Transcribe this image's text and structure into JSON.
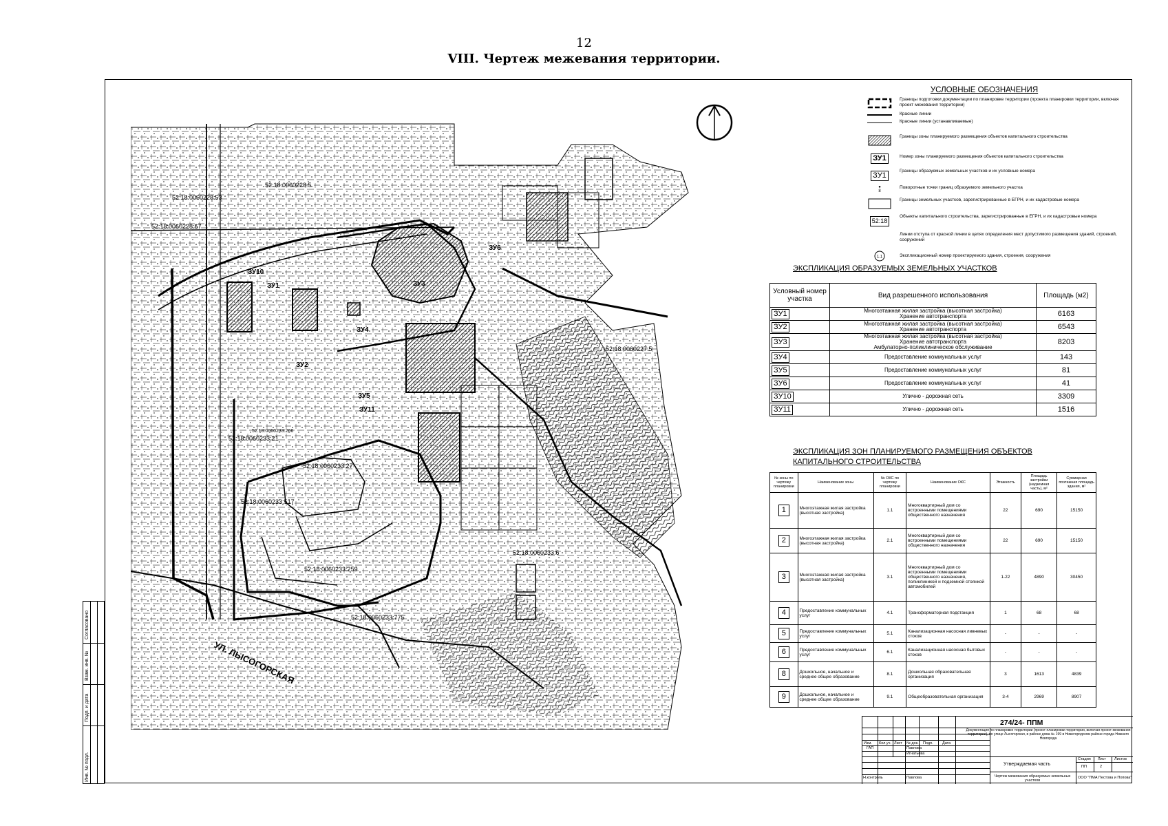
{
  "header": {
    "page_number": "12",
    "title": "VIII. Чертеж межевания территории."
  },
  "legend": {
    "title": "УСЛОВНЫЕ ОБОЗНАЧЕНИЯ",
    "items": [
      {
        "symbol": "dashed-rect-icon",
        "text": "Границы подготовки документации по планировке территории (проекта планировки территории, включая проект межевания территории)"
      },
      {
        "symbol": "thick-line-icon",
        "text": "Красные линии"
      },
      {
        "symbol": "thin-line-icon",
        "text": "Красные линии (устанавливаемые)"
      },
      {
        "symbol": "hatched-rect-icon",
        "text": "Границы зоны планируемого размещения объектов капитального строительства"
      },
      {
        "symbol": "zone-number-icon",
        "label": "ЗУ1",
        "text": "Номер зоны планируемого размещения объектов капитального строительства"
      },
      {
        "symbol": "parcel-number-icon",
        "label": "ЗУ1",
        "text": "Границы образуемых земельных участков и их условные номера"
      },
      {
        "symbol": "turning-point-icon",
        "label": "8",
        "text": "Поворотные точки границ образуемого земельного участка"
      },
      {
        "symbol": "registered-parcel-icon",
        "text": "Границы земельных участков, зарегистрированные в ЕГРН, и их кадастровые номера"
      },
      {
        "symbol": "cadastral-object-icon",
        "label": "52:18",
        "text": "Объекты капитального строительства, зарегистрированные в ЕГРН, и их кадастровые номера"
      },
      {
        "symbol": "offset-line-icon",
        "text": "Линии отступа от красной линии в целях определения мест допустимого размещения зданий, строений, сооружений"
      },
      {
        "symbol": "circle-number-icon",
        "label": "1.1",
        "text": "Экспликационный номер проектируемого здания, строения, сооружения"
      }
    ]
  },
  "parcels": {
    "title": "ЭКСПЛИКАЦИЯ ОБРАЗУЕМЫХ ЗЕМЕЛЬНЫХ УЧАСТКОВ",
    "headers": [
      "Условный номер участка",
      "Вид разрешенного использования",
      "Площадь (м2)"
    ],
    "rows": [
      {
        "id": "ЗУ1",
        "use": [
          "Многоэтажная жилая застройка (высотная застройка)",
          "Хранение автотранспорта"
        ],
        "area": "6163"
      },
      {
        "id": "ЗУ2",
        "use": [
          "Многоэтажная жилая застройка (высотная застройка)",
          "Хранение автотранспорта"
        ],
        "area": "6543"
      },
      {
        "id": "ЗУ3",
        "use": [
          "Многоэтажная жилая застройка (высотная застройка)",
          "Хранение автотранспорта",
          "Амбулаторно-поликлиническое обслуживание"
        ],
        "area": "8203"
      },
      {
        "id": "ЗУ4",
        "use": [
          "Предоставление коммунальных услуг"
        ],
        "area": "143"
      },
      {
        "id": "ЗУ5",
        "use": [
          "Предоставление коммунальных услуг"
        ],
        "area": "81"
      },
      {
        "id": "ЗУ6",
        "use": [
          "Предоставление коммунальных услуг"
        ],
        "area": "41"
      },
      {
        "id": "ЗУ10",
        "use": [
          "Улично - дорожная сеть"
        ],
        "area": "3309"
      },
      {
        "id": "ЗУ11",
        "use": [
          "Улично - дорожная сеть"
        ],
        "area": "1516"
      }
    ]
  },
  "zones": {
    "title_line1": "ЭКСПЛИКАЦИЯ ЗОН ПЛАНИРУЕМОГО РАЗМЕЩЕНИЯ ОБЪЕКТОВ",
    "title_line2": "КАПИТАЛЬНОГО СТРОИТЕЛЬСТВА",
    "headers": [
      "№ зоны по чертежу планировки",
      "Наименование зоны",
      "№ ОКС по чертежу планировки",
      "Наименование ОКС",
      "Этажность",
      "Площадь застройки (надземная часть), м²",
      "Суммарная поэтажная площадь здания, м²"
    ],
    "rows": [
      {
        "zone": "1",
        "name": "Многоэтажная жилая застройка (высотная застройка)",
        "oks_no": "1.1",
        "oks": "Многоквартирный дом со встроенными помещениями общественного назначения",
        "floors": "22",
        "footprint": "690",
        "total": "15150"
      },
      {
        "zone": "2",
        "name": "Многоэтажная жилая застройка (высотная застройка)",
        "oks_no": "2.1",
        "oks": "Многоквартирный дом со встроенными помещениями общественного назначения",
        "floors": "22",
        "footprint": "690",
        "total": "15150"
      },
      {
        "zone": "3",
        "name": "Многоэтажная жилая застройка (высотная застройка)",
        "oks_no": "3.1",
        "oks": "Многоквартирный дом со встроенными помещениями общественного назначения, поликлиникой и подземной стоянкой автомобилей",
        "floors": "1-22",
        "footprint": "4890",
        "total": "30450"
      },
      {
        "zone": "4",
        "name": "Предоставление коммунальных услуг",
        "oks_no": "4.1",
        "oks": "Трансформаторная подстанция",
        "floors": "1",
        "footprint": "68",
        "total": "68"
      },
      {
        "zone": "5",
        "name": "Предоставление коммунальных услуг",
        "oks_no": "5.1",
        "oks": "Канализационная насосная ливневых стоков",
        "floors": "-",
        "footprint": "-",
        "total": "-"
      },
      {
        "zone": "6",
        "name": "Предоставление коммунальных услуг",
        "oks_no": "6.1",
        "oks": "Канализационная насосная бытовых стоков",
        "floors": "-",
        "footprint": "-",
        "total": "-"
      },
      {
        "zone": "8",
        "name": "Дошкольное, начальное и среднее общее образование",
        "oks_no": "8.1",
        "oks": "Дошкольная образовательная организация",
        "floors": "3",
        "footprint": "1613",
        "total": "4839"
      },
      {
        "zone": "9",
        "name": "Дошкольное, начальное и среднее общее образование",
        "oks_no": "9.1",
        "oks": "Общеобразовательная организация",
        "floors": "3-4",
        "footprint": "2969",
        "total": "8907"
      }
    ]
  },
  "title_block": {
    "code": "274/24- ППМ",
    "description": "Документация по планировке территории (проект планировки территории, включая проект межевания территории), по улице Лысогорская, в районе дома № 199 в Нижегородском районе города Нижнего Новгорода",
    "columns": [
      "Изм.",
      "Кол.уч.",
      "Лист",
      "№ док.",
      "Подп.",
      "Дата"
    ],
    "roles": [
      "ГАП",
      "Н.контроль"
    ],
    "names": [
      "Павлова",
      "Игнатьева",
      "Павлова"
    ],
    "part": "Утверждаемая часть",
    "stage_headers": [
      "Стадия",
      "Лист",
      "Листов"
    ],
    "stage": "ПП",
    "sheet": "2",
    "drawing_name": "Чертеж межевания образуемых земельных участков",
    "company": "ООО \"ПМА Пестова и Попова\""
  },
  "side_stamp": [
    "Инв. № подл.",
    "Подп. и дата",
    "Взам. инв. №",
    "Согласовано"
  ],
  "map": {
    "street": "УЛ. ЛЫСОГОРСКАЯ",
    "cadastral": [
      "52:18:0060228:5",
      "52:18:0060228:53",
      "52:18:0060228:67",
      "52:18:0060233:21",
      "52:18:0060233:266",
      "52:18:0060233:27",
      "52:18:0060233:517",
      "52:18:0060233:259",
      "52:18:0060233:6",
      "52:18:0060233:775",
      "52:18:0060227:5"
    ],
    "parcel_labels": [
      "ЗУ1",
      "ЗУ2",
      "ЗУ3",
      "ЗУ4",
      "ЗУ5",
      "ЗУ6",
      "ЗУ10",
      "ЗУ11"
    ]
  }
}
